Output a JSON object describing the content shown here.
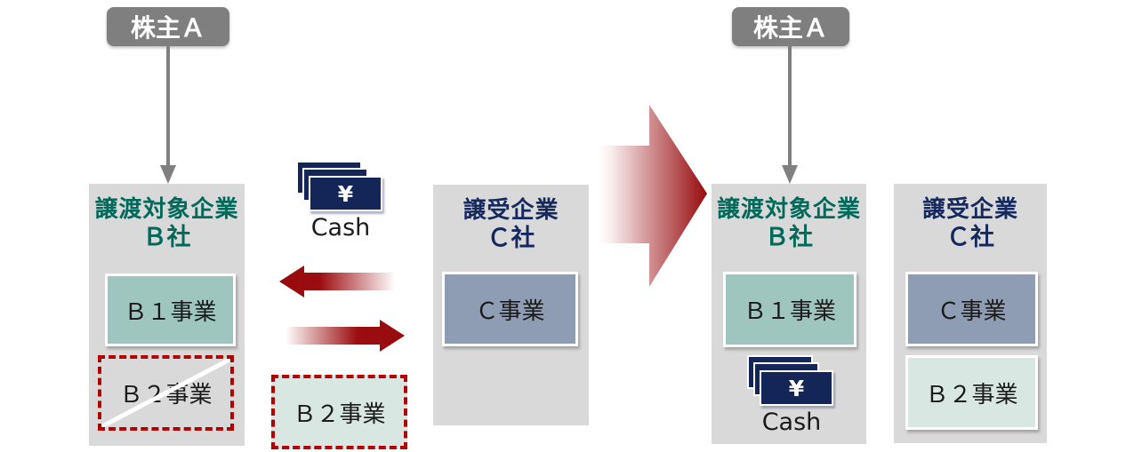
{
  "colors": {
    "container_bg": "#d9d9d9",
    "shareholder_bg": "#7f7f7f",
    "title_teal": "#00695a",
    "title_navy": "#16295f",
    "unit_teal_bg": "#9fc5bf",
    "unit_bluegray_bg": "#8f9db4",
    "unit_mint_bg": "#d8e7e2",
    "accent_red": "#b00000",
    "arrow_dark_red": "#970a0e",
    "bill_navy_bg": "#142558",
    "ownership_arrow_gray": "#808080"
  },
  "before": {
    "shareholder": {
      "label": "株主Ａ"
    },
    "company_b": {
      "title": "譲渡対象企業",
      "subtitle": "Ｂ社",
      "unit_b1": "Ｂ１事業",
      "unit_b2_removed": "Ｂ２事業"
    },
    "cash": {
      "symbol": "¥",
      "label": "Cash"
    },
    "transfer_b2": {
      "label": "Ｂ２事業"
    },
    "company_c": {
      "title": "譲受企業",
      "subtitle": "Ｃ社",
      "unit_c": "Ｃ事業"
    }
  },
  "after": {
    "shareholder": {
      "label": "株主Ａ"
    },
    "company_b": {
      "title": "譲渡対象企業",
      "subtitle": "Ｂ社",
      "unit_b1": "Ｂ１事業"
    },
    "cash": {
      "symbol": "¥",
      "label": "Cash"
    },
    "company_c": {
      "title": "譲受企業",
      "subtitle": "Ｃ社",
      "unit_c": "Ｃ事業",
      "unit_b2": "Ｂ２事業"
    }
  }
}
